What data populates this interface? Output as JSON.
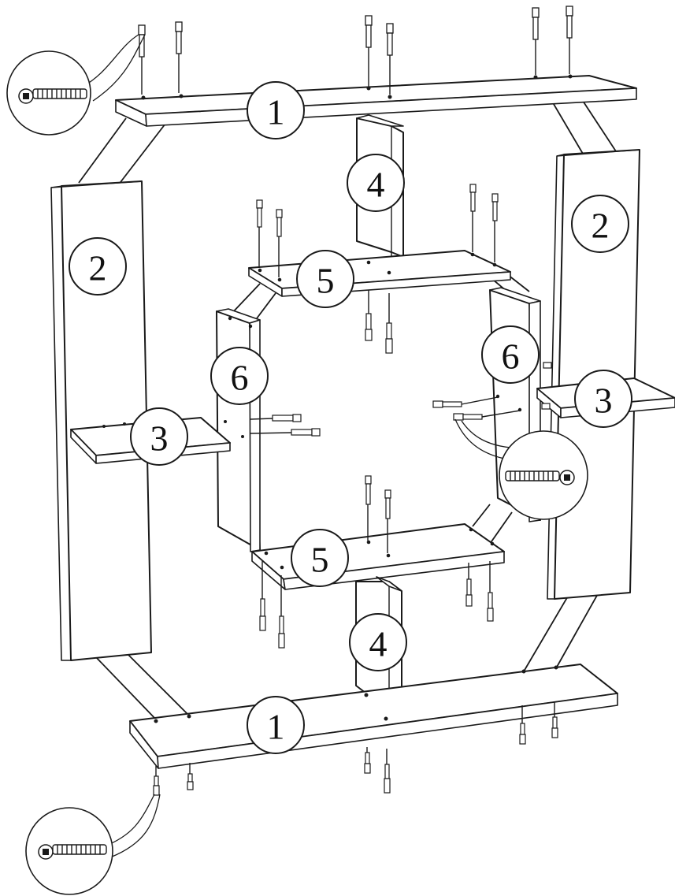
{
  "diagram": {
    "kind": "furniture-assembly-exploded-view",
    "parts": [
      {
        "id": "shelf-top",
        "number": "1"
      },
      {
        "id": "shelf-bottom",
        "number": "1"
      },
      {
        "id": "side-left",
        "number": "2"
      },
      {
        "id": "side-right",
        "number": "2"
      },
      {
        "id": "small-shelf-left",
        "number": "3"
      },
      {
        "id": "small-shelf-right",
        "number": "3"
      },
      {
        "id": "divider-top",
        "number": "4"
      },
      {
        "id": "divider-bottom",
        "number": "4"
      },
      {
        "id": "inner-shelf-top",
        "number": "5"
      },
      {
        "id": "inner-shelf-bottom",
        "number": "5"
      },
      {
        "id": "inner-side-left",
        "number": "6"
      },
      {
        "id": "inner-side-right",
        "number": "6"
      }
    ],
    "hardware": {
      "screw_icon": "screw-icon",
      "dowel_icon": "dowel-icon"
    },
    "colors": {
      "line": "#1a1a1a",
      "fill": "#ffffff"
    }
  }
}
